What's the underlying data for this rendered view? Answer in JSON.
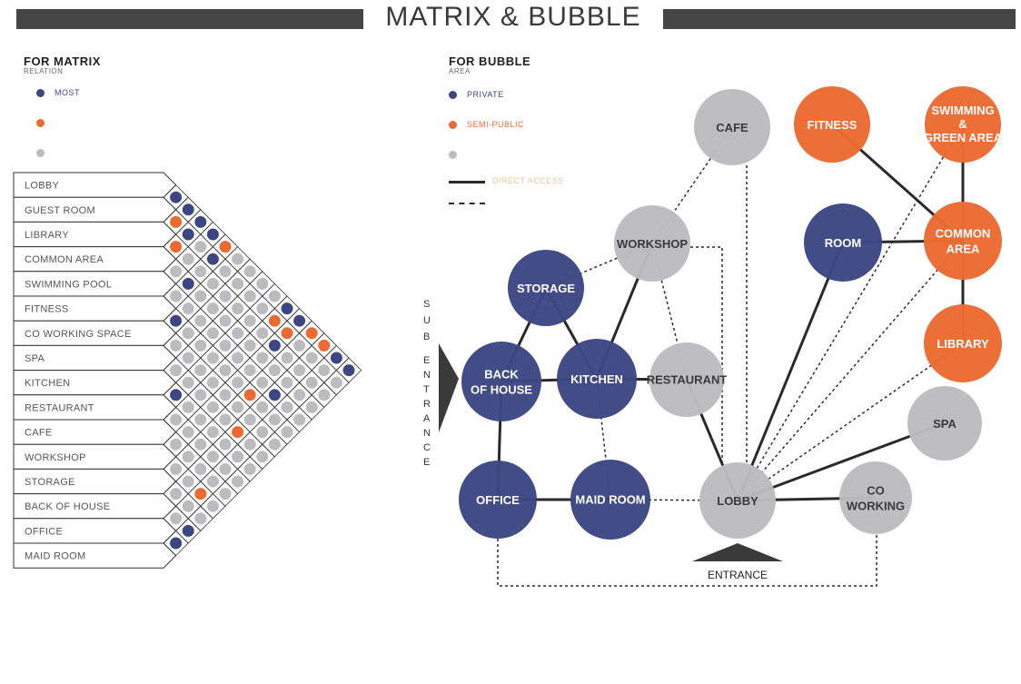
{
  "title": "MATRIX & BUBBLE",
  "colors": {
    "navy": "#3c4682",
    "orange": "#ec6a32",
    "gray": "#bcbcc0",
    "line": "#2a2a2a"
  },
  "matrix_legend": {
    "title": "FOR MATRIX",
    "subtitle": "RELATION",
    "items": [
      {
        "label": "MOST",
        "color": "#3c4682"
      },
      {
        "label": "",
        "color": "#ec6a32"
      },
      {
        "label": "",
        "color": "#bcbcc0"
      }
    ]
  },
  "bubble_legend": {
    "title": "FOR BUBBLE",
    "subtitle": "AREA",
    "items": [
      {
        "label": "PRIVATE",
        "color": "#3c4682"
      },
      {
        "label": "SEMI-PUBLIC",
        "color": "#ec6a32"
      },
      {
        "label": "",
        "color": "#bcbcc0"
      }
    ],
    "line_labels": [
      "DIRECT ACCESS",
      ""
    ]
  },
  "matrix": {
    "rows": [
      "LOBBY",
      "GUEST ROOM",
      "LIBRARY",
      "COMMON AREA",
      "SWIMMING POOL",
      "FITNESS",
      "CO WORKING SPACE",
      "SPA",
      "KITCHEN",
      "RESTAURANT",
      "CAFE",
      "WORKSHOP",
      "STORAGE",
      "BACK OF HOUSE",
      "OFFICE",
      "MAID ROOM"
    ],
    "relations": [
      [
        "n",
        "n",
        "n",
        "n",
        "o",
        "g",
        "g",
        "g",
        "g",
        "n",
        "n",
        "o",
        "o",
        "n",
        "n",
        "n"
      ],
      [
        "o",
        "n",
        "g",
        "n",
        "g",
        "g",
        "g",
        "g",
        "o",
        "o",
        "g",
        "g",
        "g",
        "g",
        "o"
      ],
      [
        "o",
        "g",
        "g",
        "g",
        "g",
        "g",
        "g",
        "g",
        "n",
        "g",
        "g",
        "g",
        "g",
        "g"
      ],
      [
        "g",
        "n",
        "g",
        "g",
        "g",
        "g",
        "g",
        "g",
        "g",
        "g",
        "g",
        "g",
        "g"
      ],
      [
        "g",
        "g",
        "g",
        "g",
        "g",
        "g",
        "g",
        "g",
        "n",
        "g",
        "g",
        "g"
      ],
      [
        "n",
        "g",
        "g",
        "g",
        "g",
        "g",
        "o",
        "g",
        "g",
        "g",
        "g"
      ],
      [
        "g",
        "g",
        "g",
        "g",
        "g",
        "g",
        "g",
        "g",
        "g",
        "g"
      ],
      [
        "g",
        "g",
        "g",
        "g",
        "g",
        "o",
        "g",
        "g",
        "g"
      ],
      [
        "n",
        "g",
        "g",
        "g",
        "g",
        "g",
        "g",
        "g"
      ],
      [
        "g",
        "g",
        "g",
        "g",
        "g",
        "g",
        "g"
      ],
      [
        "g",
        "g",
        "g",
        "g",
        "g",
        "g"
      ],
      [
        "g",
        "g",
        "o",
        "g",
        "g"
      ],
      [
        "g",
        "g",
        "g",
        "g"
      ],
      [
        "g",
        "n",
        "g"
      ],
      [
        "n",
        "o"
      ],
      [
        "o"
      ]
    ]
  },
  "sub_entrance_label": "SUB ENTRANCE",
  "entrance_label": "ENTRANCE",
  "bubbles": [
    {
      "id": "cafe",
      "lines": [
        "CAFE"
      ],
      "kind": "gray"
    },
    {
      "id": "fitness",
      "lines": [
        "FITNESS"
      ],
      "kind": "orange"
    },
    {
      "id": "swimming",
      "lines": [
        "SWIMMING",
        "&",
        "GREEN AREA"
      ],
      "kind": "orange"
    },
    {
      "id": "workshop",
      "lines": [
        "WORKSHOP"
      ],
      "kind": "gray"
    },
    {
      "id": "room",
      "lines": [
        "ROOM"
      ],
      "kind": "navy"
    },
    {
      "id": "common",
      "lines": [
        "COMMON",
        "AREA"
      ],
      "kind": "orange"
    },
    {
      "id": "storage",
      "lines": [
        "STORAGE"
      ],
      "kind": "navy"
    },
    {
      "id": "library",
      "lines": [
        "LIBRARY"
      ],
      "kind": "orange"
    },
    {
      "id": "backofhouse",
      "lines": [
        "BACK",
        "OF HOUSE"
      ],
      "kind": "navy"
    },
    {
      "id": "kitchen",
      "lines": [
        "KITCHEN"
      ],
      "kind": "navy"
    },
    {
      "id": "restaurant",
      "lines": [
        "RESTAURANT"
      ],
      "kind": "gray"
    },
    {
      "id": "spa",
      "lines": [
        "SPA"
      ],
      "kind": "gray"
    },
    {
      "id": "office",
      "lines": [
        "OFFICE"
      ],
      "kind": "navy"
    },
    {
      "id": "maidroom",
      "lines": [
        "MAID ROOM"
      ],
      "kind": "navy"
    },
    {
      "id": "lobby",
      "lines": [
        "LOBBY"
      ],
      "kind": "gray"
    },
    {
      "id": "coworking",
      "lines": [
        "CO",
        "WORKING"
      ],
      "kind": "gray"
    }
  ],
  "connections": [
    {
      "from": "fitness",
      "to": "common",
      "style": "solid"
    },
    {
      "from": "swimming",
      "to": "common",
      "style": "solid"
    },
    {
      "from": "room",
      "to": "common",
      "style": "solid"
    },
    {
      "from": "common",
      "to": "library",
      "style": "solid"
    },
    {
      "from": "storage",
      "to": "backofhouse",
      "style": "solid"
    },
    {
      "from": "storage",
      "to": "kitchen",
      "style": "solid"
    },
    {
      "from": "workshop",
      "to": "kitchen",
      "style": "solid"
    },
    {
      "from": "backofhouse",
      "to": "kitchen",
      "style": "solid"
    },
    {
      "from": "kitchen",
      "to": "restaurant",
      "style": "solid"
    },
    {
      "from": "backofhouse",
      "to": "office",
      "style": "solid"
    },
    {
      "from": "office",
      "to": "maidroom",
      "style": "solid"
    },
    {
      "from": "restaurant",
      "to": "lobby",
      "style": "solid"
    },
    {
      "from": "room",
      "to": "lobby",
      "style": "solid"
    },
    {
      "from": "spa",
      "to": "lobby",
      "style": "solid"
    },
    {
      "from": "coworking",
      "to": "lobby",
      "style": "solid"
    },
    {
      "from": "cafe",
      "to": "workshop",
      "style": "dashed"
    },
    {
      "from": "workshop",
      "to": "storage",
      "style": "dashed"
    },
    {
      "from": "workshop",
      "to": "restaurant",
      "style": "dashed"
    },
    {
      "from": "kitchen",
      "to": "maidroom",
      "style": "dashed"
    },
    {
      "from": "maidroom",
      "to": "lobby",
      "style": "dashed"
    },
    {
      "from": "common",
      "to": "lobby",
      "style": "dashed"
    },
    {
      "from": "library",
      "to": "lobby",
      "style": "dashed"
    },
    {
      "from": "swimming",
      "to": "lobby",
      "style": "dashed"
    }
  ]
}
